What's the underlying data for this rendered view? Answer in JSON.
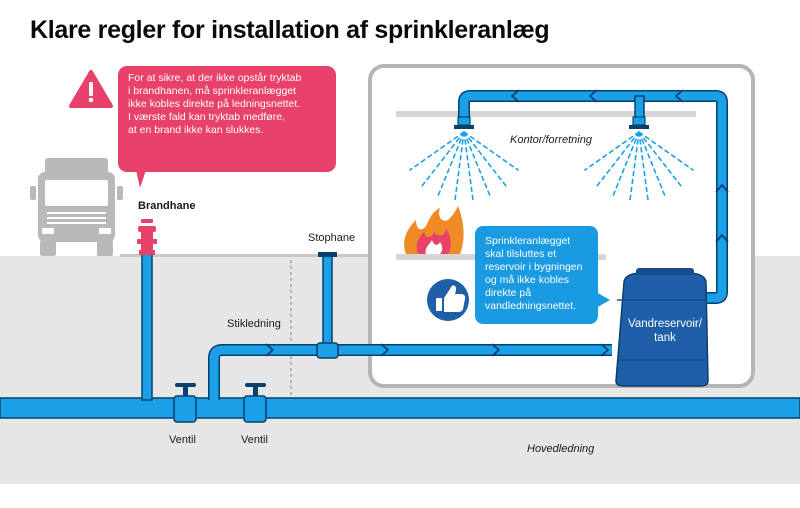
{
  "title": "Klare regler for installation af sprinkleranlæg",
  "warning_bubble": {
    "lines": [
      "For at sikre, at der ikke opstår tryktab",
      "i brandhanen, må sprinkleranlægget",
      "ikke kobles direkte på ledningsnettet.",
      "I værste fald kan tryktab medføre,",
      "at en brand ikke kan slukkes."
    ],
    "color": "#e8416a"
  },
  "info_bubble": {
    "lines": [
      "Sprinkleranlægget",
      "skal tilsluttes et",
      "reservoir i bygningen",
      "og må ikke kobles",
      "direkte på",
      "vandledningsnettet."
    ],
    "color": "#1a9ae0"
  },
  "labels": {
    "brandhane": "Brandhane",
    "stophane": "Stophane",
    "stikledning": "Stikledning",
    "kontor": "Kontor/forretning",
    "ventil_1": "Ventil",
    "ventil_2": "Ventil",
    "hovedledning": "Hovedledning"
  },
  "tank": {
    "lines": [
      "Vandreservoir/",
      "tank"
    ],
    "color": "#1f5fa8"
  },
  "colors": {
    "pipe": "#1aa0e6",
    "pipe_dark": "#0b3f6e",
    "ground": "#e6e6e6",
    "building_border": "#b5b5b5",
    "truck": "#b9b9b9",
    "hydrant": "#e8416a",
    "fire": "#f08a24"
  }
}
